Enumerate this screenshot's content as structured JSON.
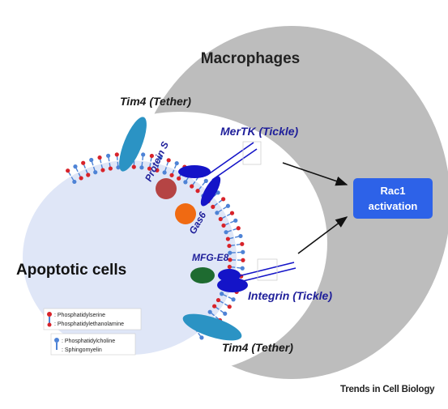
{
  "labels": {
    "macrophages": "Macrophages",
    "tim4_top": "Tim4 (Tether)",
    "tim4_bottom": "Tim4 (Tether)",
    "mertk": "MerTK (Tickle)",
    "integrin": "Integrin (Tickle)",
    "protein_s": "Protein S",
    "gas6": "Gas6",
    "mfg_e8": "MFG-E8",
    "apoptotic_cells": "Apoptotic cells",
    "rac1_line1": "Rac1",
    "rac1_line2": "activation"
  },
  "legend": {
    "ps_label": ": Phosphatidylserine",
    "pe_label": ": Phosphatidylethanolamine",
    "pc_label": ": Phosphatidylcholine",
    "sm_label": ": Sphingomyelin"
  },
  "credit": "Trends in Cell Biology",
  "colors": {
    "macrophage": "#bdbdbd",
    "apoptotic_cell": "#dfe6f7",
    "tether": "#2b93c4",
    "receptor": "#1414c8",
    "protein_s": "#b54444",
    "gas6": "#f06a12",
    "mfg_e8": "#1e6b30",
    "rac1_box": "#2d62e8",
    "lipid_head_red": "#d8232a",
    "lipid_head_blue": "#4e83d6"
  }
}
